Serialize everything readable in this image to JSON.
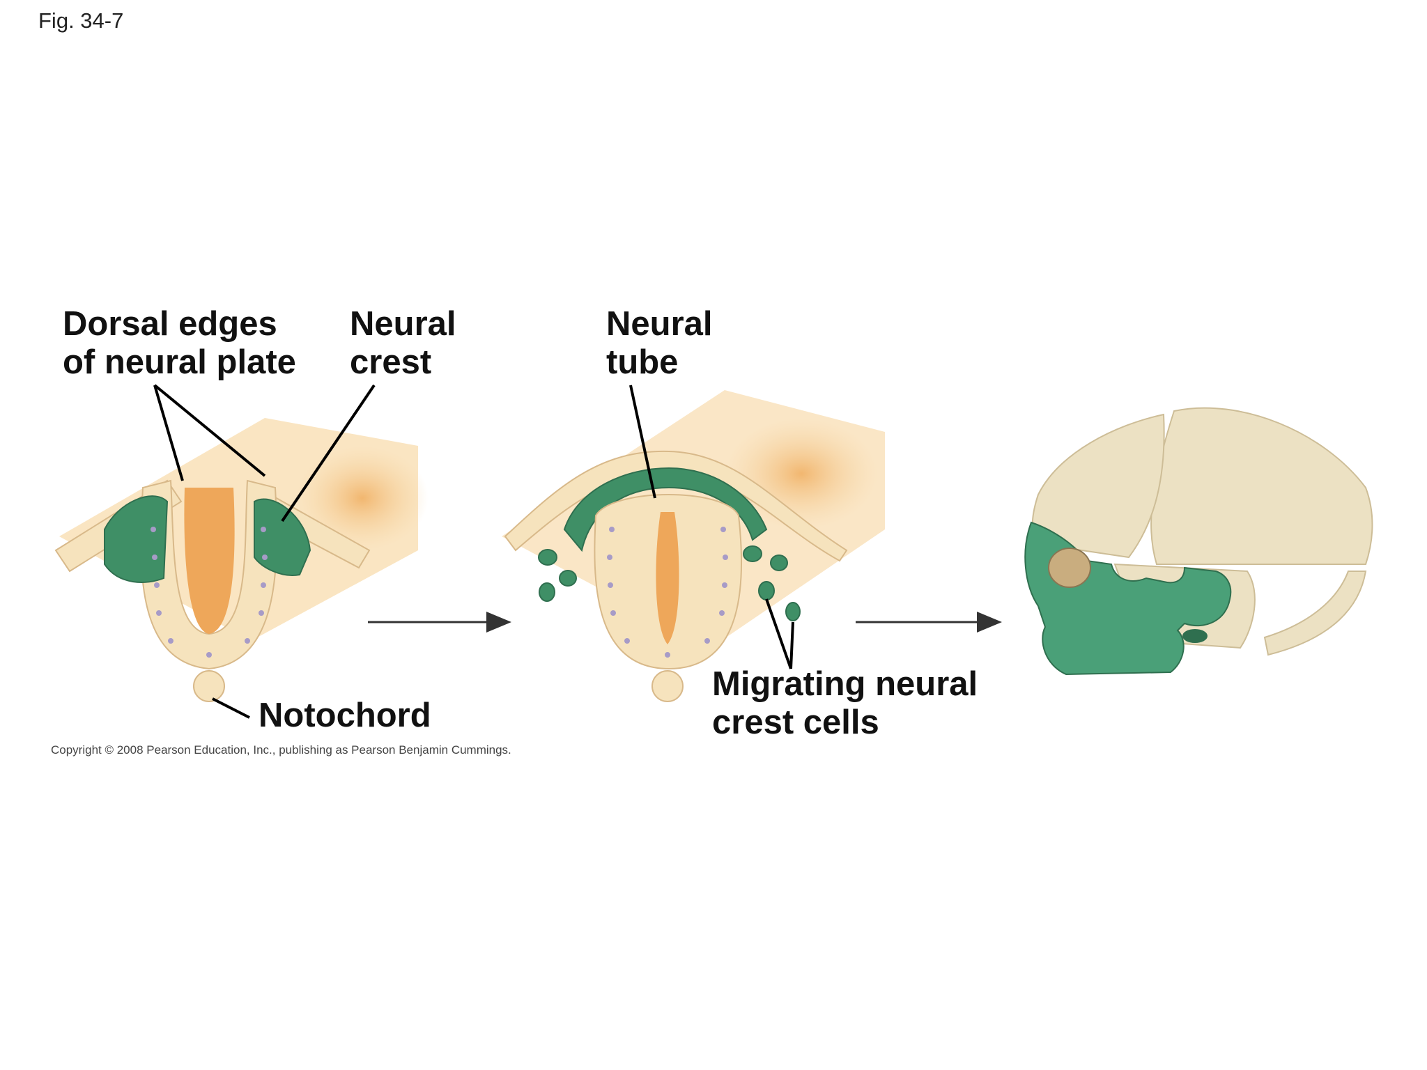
{
  "figure": {
    "label": "Fig. 34-7"
  },
  "labels": {
    "dorsal_edges_line1": "Dorsal edges",
    "dorsal_edges_line2": "of neural plate",
    "neural_crest_line1": "Neural",
    "neural_crest_line2": "crest",
    "neural_tube_line1": "Neural",
    "neural_tube_line2": "tube",
    "notochord": "Notochord",
    "migrating_line1": "Migrating neural",
    "migrating_line2": "crest cells"
  },
  "copyright": "Copyright © 2008 Pearson Education, Inc., publishing as Pearson Benjamin Cummings.",
  "colors": {
    "tissue": "#f6e3bd",
    "tissue_outline": "#d8b98a",
    "lumen": "#eea75a",
    "crest": "#3f8f66",
    "crest_dark": "#2f6f4f",
    "bone": "#ece1c3",
    "bone_outline": "#cdbd97",
    "face_green": "#4aa078",
    "nucleus": "#a79bc7"
  }
}
